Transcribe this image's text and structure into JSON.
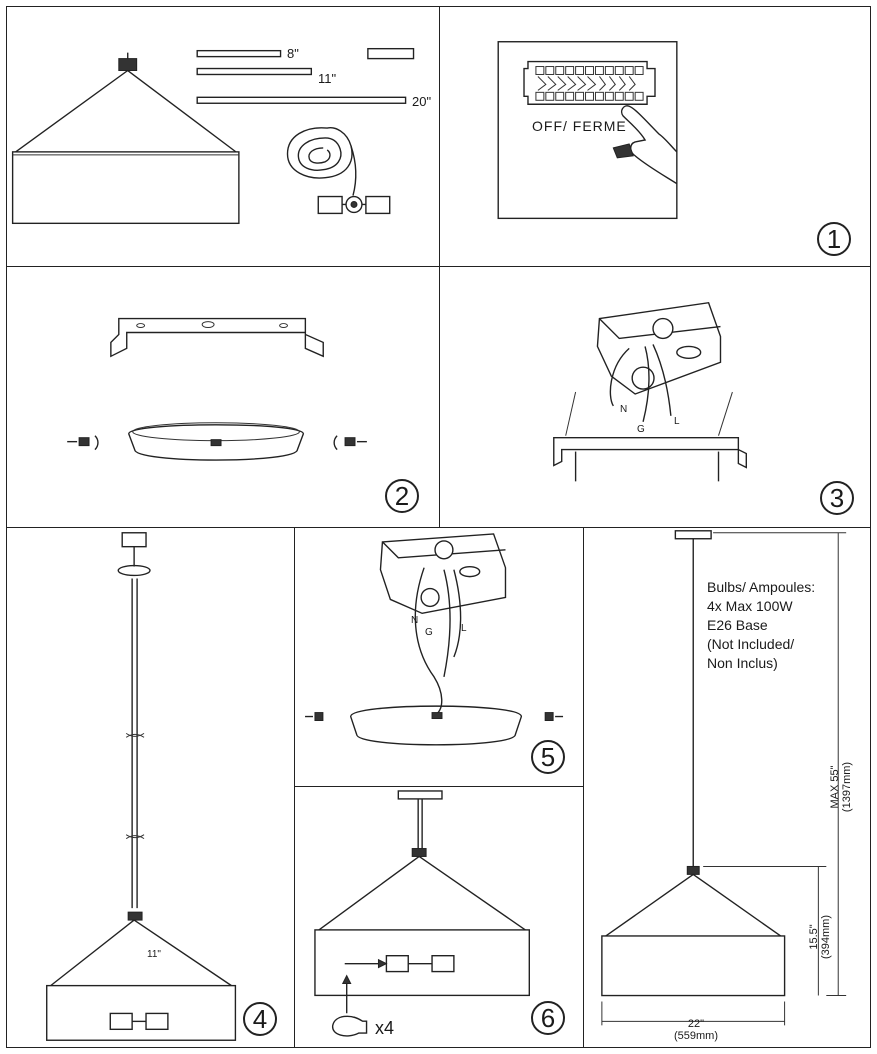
{
  "parts": {
    "rod_lengths": [
      "8\"",
      "11\"",
      "20\""
    ]
  },
  "step1": {
    "breaker_label": "OFF/ FERME",
    "number": "1"
  },
  "step2": {
    "number": "2"
  },
  "step3": {
    "number": "3",
    "wire_labels": {
      "neutral": "N",
      "ground": "G",
      "live": "L"
    }
  },
  "step4": {
    "number": "4",
    "rod_length": "11\""
  },
  "step5": {
    "number": "5",
    "wire_labels": {
      "neutral": "N",
      "ground": "G",
      "live": "L"
    }
  },
  "step6": {
    "number": "6",
    "bulb_count": "x4"
  },
  "specs": {
    "bulbs": "Bulbs/ Ampoules:\n4x Max 100W\nE26 Base\n(Not Included/\nNon Inclus)",
    "max_height": "MAX 55\"\n(1397mm)",
    "shade_height": "15.5\"\n(394mm)",
    "shade_width": "22\"\n(559mm)"
  }
}
